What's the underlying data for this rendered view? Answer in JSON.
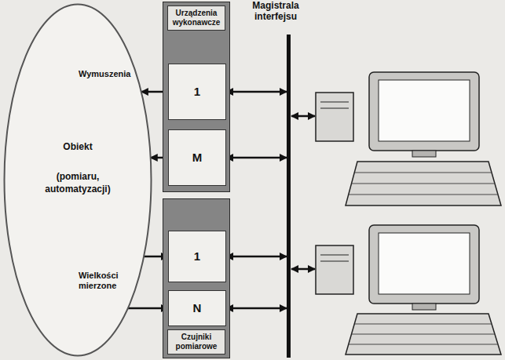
{
  "diagram": {
    "nodes": [
      {
        "text": [
          "Obiekt",
          "(pomiaru, automatyzacji)"
        ]
      },
      {
        "text": [
          "Urządzenia wykonawcze"
        ]
      },
      {
        "text": [
          "1"
        ],
        "in": 1
      },
      {
        "text": [
          "M"
        ],
        "in": 1
      },
      {
        "text": [
          "Czujniki pomiarowe"
        ]
      },
      {
        "text": [
          "1"
        ],
        "in": 4
      },
      {
        "text": [
          "N"
        ],
        "in": 4
      },
      {
        "text": [
          "Magistrala interfejsu"
        ]
      }
    ],
    "edges": [
      {
        "from": 2,
        "to": 0,
        "arrow": "to"
      },
      {
        "from": 3,
        "to": 0,
        "arrow": "to"
      },
      {
        "from": 0,
        "to": 5,
        "arrow": "to"
      },
      {
        "from": 0,
        "to": 6,
        "arrow": "to"
      },
      {
        "from": 2,
        "to": 7,
        "arrow": "both"
      },
      {
        "from": 3,
        "to": 7,
        "arrow": "both"
      },
      {
        "from": 5,
        "to": 7,
        "arrow": "both"
      },
      {
        "from": 6,
        "to": 7,
        "arrow": "both"
      }
    ],
    "labels": [
      "Wymuszenia",
      "Wielkości mierzone"
    ]
  }
}
